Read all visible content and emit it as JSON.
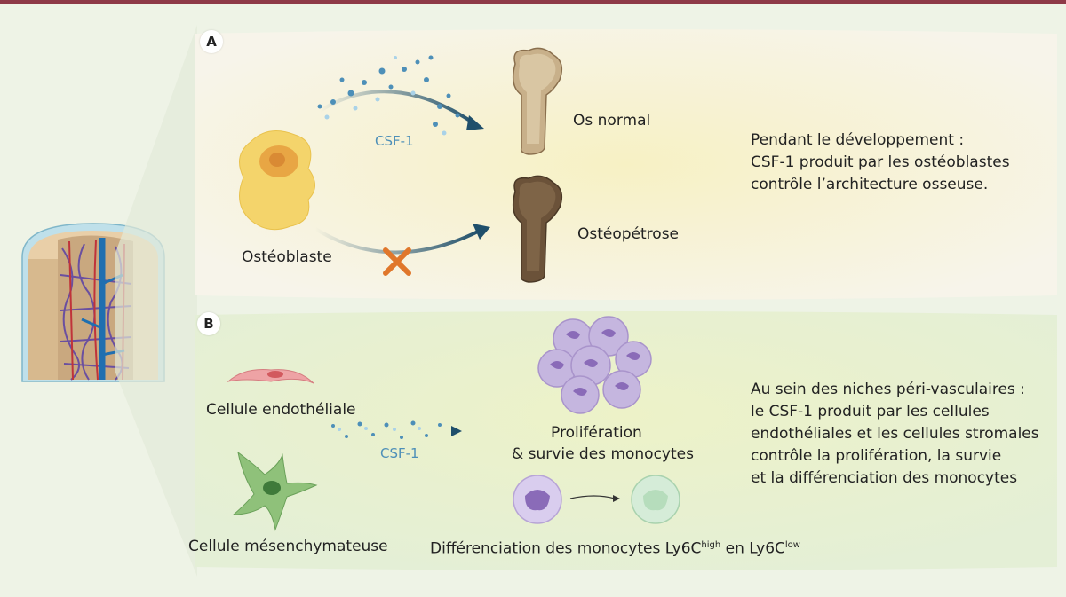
{
  "panels": {
    "a": {
      "label": "A",
      "cell": "Ostéoblaste",
      "signal": "CSF-1",
      "outcome_normal": "Os normal",
      "outcome_defect": "Ostéopétrose",
      "description": "Pendant le développement :\nCSF-1 produit par les ostéoblastes\ncontrôle l’architecture osseuse."
    },
    "b": {
      "label": "B",
      "cell_endo": "Cellule endothéliale",
      "cell_mesen": "Cellule mésenchymateuse",
      "signal": "CSF-1",
      "prolif_line1": "Prolifération",
      "prolif_line2": "& survie des monocytes",
      "diff_prefix": "Différenciation des monocytes Ly6C",
      "diff_sup1": "high",
      "diff_mid": " en Ly6C",
      "diff_sup2": "low",
      "description": "Au sein des niches péri-vasculaires :\nle CSF-1 produit par les cellules\nendothéliales et les cellules stromales\ncontrôle la prolifération, la survie\net la différenciation des monocytes"
    }
  },
  "colors": {
    "header_bar": "#8e3a48",
    "signal": "#4d8fb8",
    "arrow": "#1f4f6b",
    "cross": "#e0772b"
  }
}
